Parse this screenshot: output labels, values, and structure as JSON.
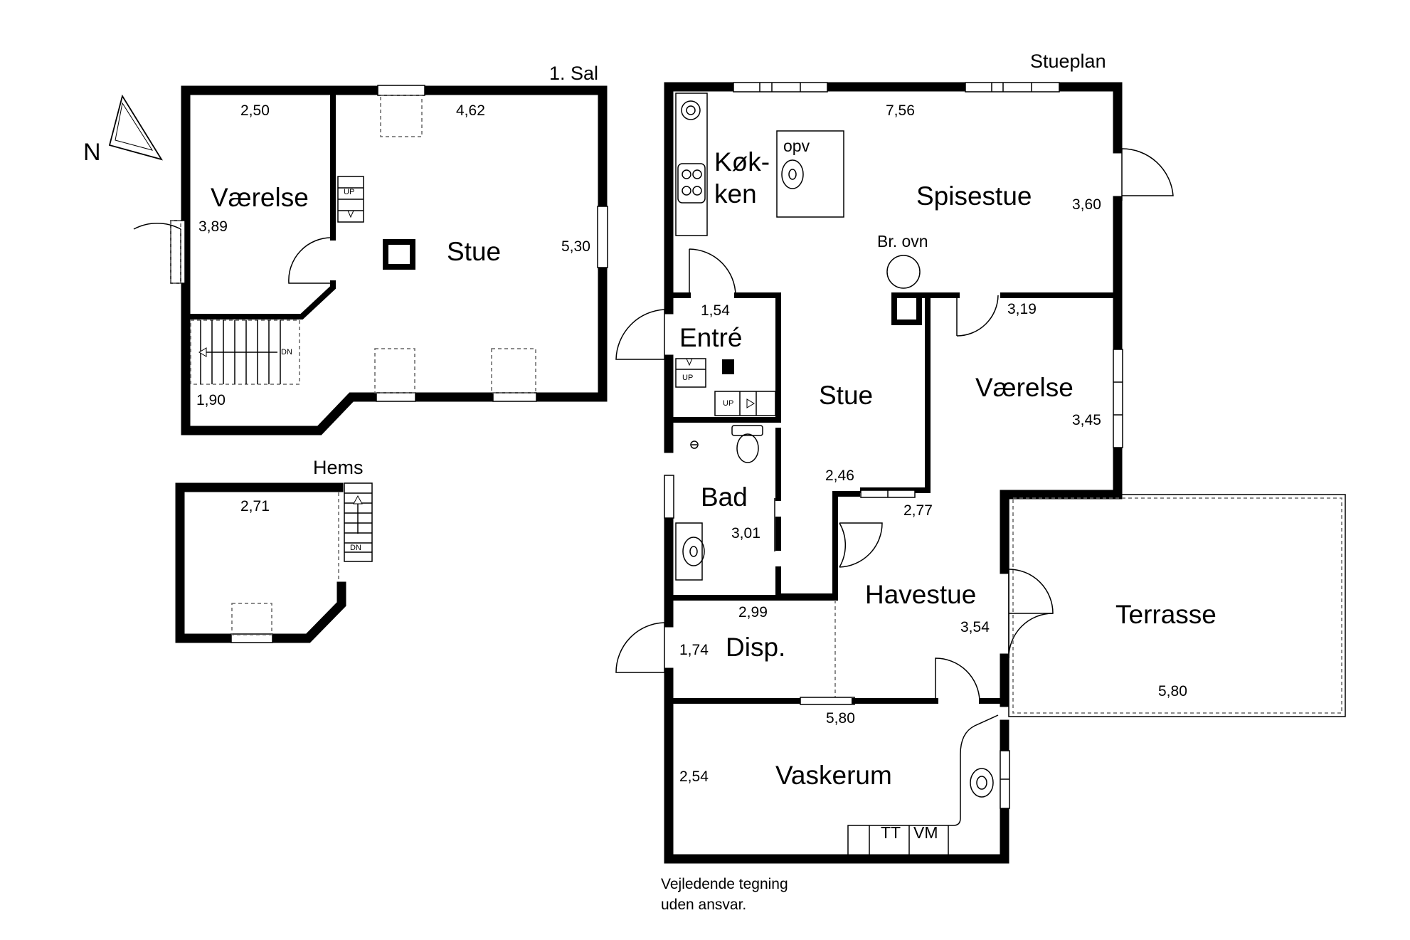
{
  "compass": {
    "label": "N"
  },
  "first_floor": {
    "title": "1. Sal",
    "rooms": {
      "vaerelse": "Værelse",
      "stue": "Stue"
    },
    "dims": {
      "d250": "2,50",
      "d462": "4,62",
      "d389": "3,89",
      "d530": "5,30",
      "d190": "1,90"
    },
    "stairs": {
      "up": "UP",
      "dn": "DN"
    }
  },
  "loft": {
    "title": "Hems",
    "dims": {
      "d271": "2,71"
    },
    "stairs": {
      "dn": "DN"
    }
  },
  "ground_floor": {
    "title": "Stueplan",
    "rooms": {
      "kokken_line1": "Køk-",
      "kokken_line2": "ken",
      "spisestue": "Spisestue",
      "entre": "Entré",
      "stue": "Stue",
      "vaerelse": "Værelse",
      "bad": "Bad",
      "havestue": "Havestue",
      "terrasse": "Terrasse",
      "disp": "Disp.",
      "vaskerum": "Vaskerum"
    },
    "labels": {
      "opv": "opv",
      "br_ovn": "Br. ovn",
      "tt": "TT",
      "vm": "VM",
      "up": "UP"
    },
    "dims": {
      "d756": "7,56",
      "d360": "3,60",
      "d154": "1,54",
      "d319": "3,19",
      "d345": "3,45",
      "d246": "2,46",
      "d277": "2,77",
      "d301": "3,01",
      "d299": "2,99",
      "d354": "3,54",
      "d174": "1,74",
      "d580_terrace": "5,80",
      "d580_laundry": "5,80",
      "d254": "2,54"
    }
  },
  "disclaimer": {
    "line1": "Vejledende tegning",
    "line2": "uden ansvar."
  }
}
